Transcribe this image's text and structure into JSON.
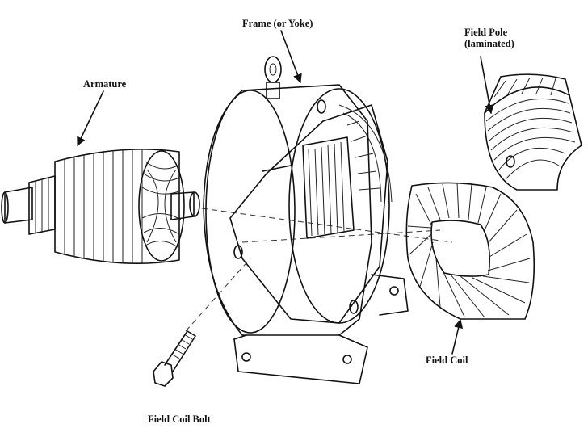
{
  "labels": {
    "armature": "Armature",
    "frame": "Frame (or Yoke)",
    "field_pole_line1": "Field Pole",
    "field_pole_line2": "(laminated)",
    "field_coil": "Field Coil",
    "field_coil_bolt": "Field Coil Bolt"
  },
  "colors": {
    "line": "#111111",
    "background": "#ffffff"
  }
}
